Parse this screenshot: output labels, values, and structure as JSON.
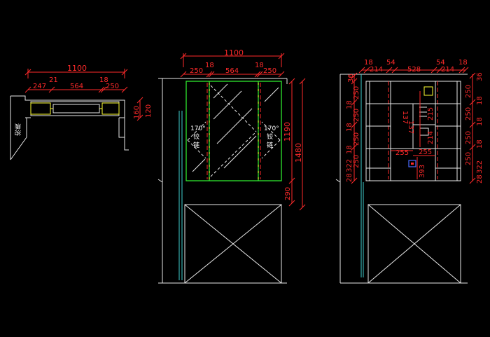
{
  "plan": {
    "overall": "1100",
    "segments": [
      "247",
      "21",
      "564",
      "18",
      "250"
    ],
    "side": [
      "160",
      "120"
    ],
    "label": "淋浴"
  },
  "front": {
    "overall": "1100",
    "segments": [
      "250",
      "18",
      "564",
      "18",
      "250"
    ],
    "heights": [
      "1190",
      "1480",
      "290"
    ],
    "hinge_left": [
      "170°",
      "铰",
      "链"
    ],
    "hinge_right": [
      "170°",
      "铰",
      "链"
    ]
  },
  "section": {
    "top": [
      "18",
      "214",
      "54",
      "528",
      "54",
      "214",
      "18"
    ],
    "left": [
      "36",
      "250",
      "18",
      "250",
      "18",
      "250",
      "18",
      "250",
      "322",
      "28"
    ],
    "right": [
      "36",
      "250",
      "18",
      "250",
      "18",
      "250",
      "18",
      "250",
      "322",
      "28"
    ],
    "inner": [
      "255",
      "255",
      "215",
      "214",
      "393",
      "137",
      "137"
    ]
  }
}
